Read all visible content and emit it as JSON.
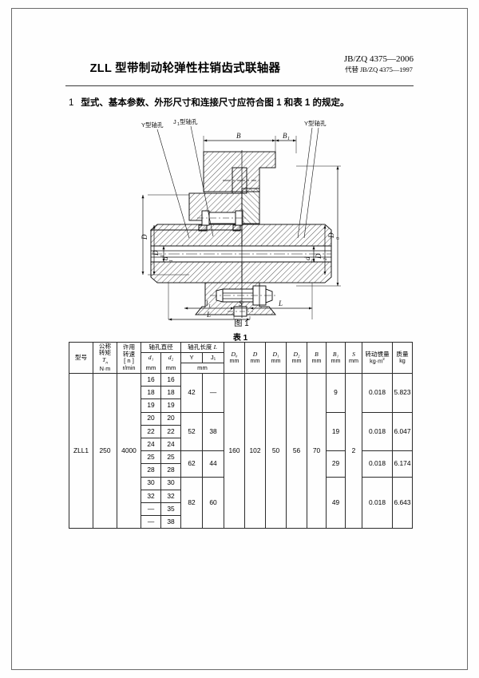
{
  "header": {
    "title": "ZLL 型带制动轮弹性柱销齿式联轴器",
    "standard_no": "JB/ZQ 4375—2006",
    "replaces": "代替 JB/ZQ 4375—1997"
  },
  "clause": {
    "number": "1",
    "text": "型式、基本参数、外形尺寸和连接尺寸应符合图 1 和表 1 的规定。"
  },
  "figure": {
    "caption": "图 1",
    "labels": {
      "y_bore_left": "Y型轴孔",
      "j1_bore": "J₁型轴孔",
      "y_bore_right": "Y型轴孔",
      "B": "B",
      "B1": "B₁",
      "D": "D",
      "D1": "D₁",
      "d1": "d₁",
      "d2": "d₂",
      "D2": "D₂",
      "D0": "D₀",
      "l1": "l₁",
      "S": "S",
      "L_right": "L",
      "L_total": "L"
    }
  },
  "table": {
    "caption": "表 1",
    "headers": {
      "model": {
        "line1": "型号"
      },
      "torque": {
        "line1": "公称",
        "line2": "转矩",
        "line3": "T<sub>n</sub>",
        "line4": "N·m"
      },
      "speed": {
        "line1": "许用",
        "line2": "转速",
        "line3": "[ n ]",
        "line4": "r/min"
      },
      "bore_dia_group": "轴孔直径",
      "d1": {
        "sym": "d₁",
        "unit": "mm"
      },
      "d2": {
        "sym": "d₂",
        "unit": "mm"
      },
      "bore_len_group": "轴孔长度 L",
      "Y": "Y",
      "J1": "J₁",
      "bore_len_unit": "mm",
      "D0": {
        "sym": "D₀",
        "unit": "mm"
      },
      "D": {
        "sym": "D",
        "unit": "mm"
      },
      "D1": {
        "sym": "D₁",
        "unit": "mm"
      },
      "D2": {
        "sym": "D₂",
        "unit": "mm"
      },
      "B": {
        "sym": "B",
        "unit": "mm"
      },
      "B1": {
        "sym": "B₁",
        "unit": "mm"
      },
      "S": {
        "sym": "S",
        "unit": "mm"
      },
      "inertia": {
        "line1": "转动惯量",
        "line2": "kg·m²"
      },
      "mass": {
        "line1": "质量",
        "line2": "kg"
      }
    },
    "row_data": {
      "model": "ZLL1",
      "torque": "250",
      "speed": "4000",
      "D0": "160",
      "D": "102",
      "D1": "50",
      "D2": "56",
      "B": "70",
      "S": "2"
    },
    "bores": [
      {
        "d1": "16",
        "d2": "16"
      },
      {
        "d1": "18",
        "d2": "18"
      },
      {
        "d1": "19",
        "d2": "19"
      },
      {
        "d1": "20",
        "d2": "20"
      },
      {
        "d1": "22",
        "d2": "22"
      },
      {
        "d1": "24",
        "d2": "24"
      },
      {
        "d1": "25",
        "d2": "25"
      },
      {
        "d1": "28",
        "d2": "28"
      },
      {
        "d1": "30",
        "d2": "30"
      },
      {
        "d1": "32",
        "d2": "32"
      },
      {
        "d1": "—",
        "d2": "35"
      },
      {
        "d1": "—",
        "d2": "38"
      }
    ],
    "length_groups": [
      {
        "Y": "42",
        "J1": "—",
        "rows": 3,
        "B1": "9",
        "inertia": "0.018",
        "mass": "5.823"
      },
      {
        "Y": "52",
        "J1": "38",
        "rows": 3,
        "B1": "19",
        "inertia": "0.018",
        "mass": "6.047"
      },
      {
        "Y": "62",
        "J1": "44",
        "rows": 2,
        "B1": "29",
        "inertia": "0.018",
        "mass": "6.174"
      },
      {
        "Y": "82",
        "J1": "60",
        "rows": 4,
        "B1": "49",
        "inertia": "0.018",
        "mass": "6.643"
      }
    ]
  }
}
